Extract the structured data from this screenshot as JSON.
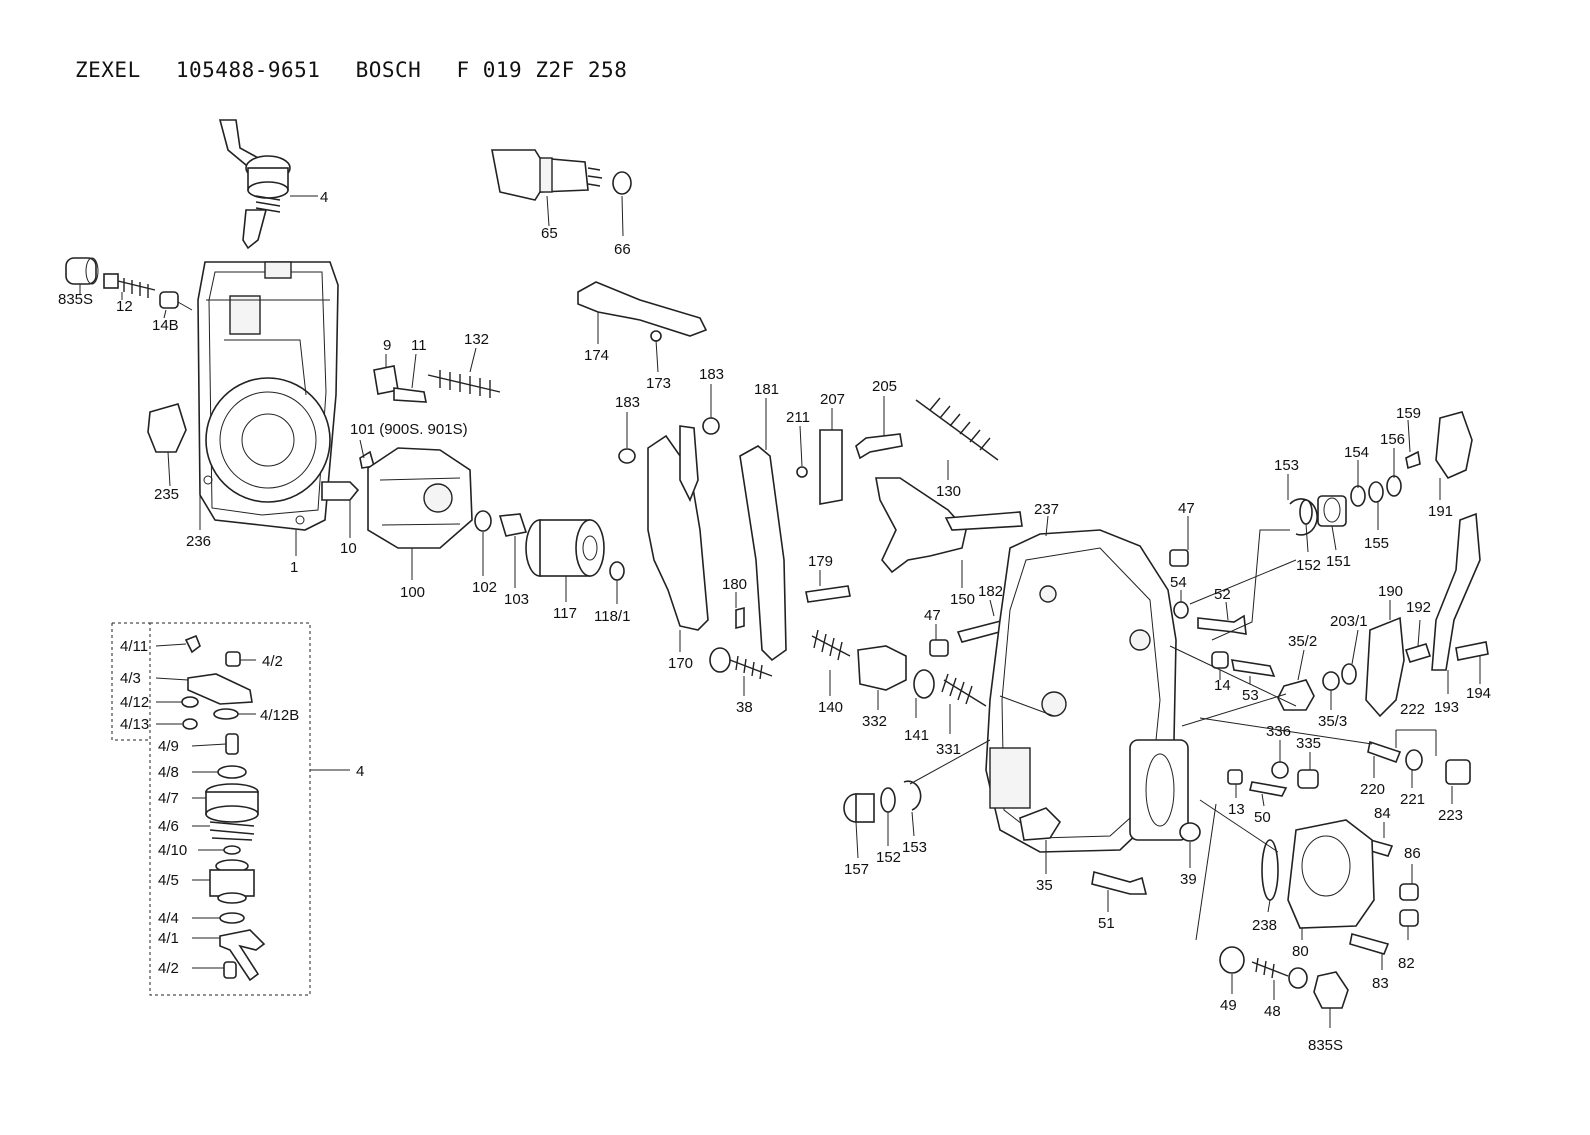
{
  "header": {
    "brand1": "ZEXEL",
    "pn1": "105488-9651",
    "brand2": "BOSCH",
    "pn2": "F 019 Z2F 258"
  },
  "labels": {
    "p4": "4",
    "p65": "65",
    "p66": "66",
    "p835s_a": "835S",
    "p12": "12",
    "p14b": "14B",
    "p9": "9",
    "p11": "11",
    "p132": "132",
    "p174": "174",
    "p173": "173",
    "p183a": "183",
    "p183b": "183",
    "p181": "181",
    "p207": "207",
    "p205": "205",
    "p211": "211",
    "p101": "101 (900S. 901S)",
    "p235": "235",
    "p236": "236",
    "p1": "1",
    "p10": "10",
    "p100": "100",
    "p102": "102",
    "p103": "103",
    "p117": "117",
    "p118_1": "118/1",
    "p170": "170",
    "p180": "180",
    "p179": "179",
    "p130": "130",
    "p150": "150",
    "p182": "182",
    "p47a": "47",
    "p47b": "47",
    "p237": "237",
    "p54": "54",
    "p52": "52",
    "p153a": "153",
    "p154": "154",
    "p159": "159",
    "p156": "156",
    "p191": "191",
    "p152a": "152",
    "p151": "151",
    "p155": "155",
    "p190": "190",
    "p203_1": "203/1",
    "p192": "192",
    "p193": "193",
    "p194": "194",
    "p35_2": "35/2",
    "p35_3": "35/3",
    "p14": "14",
    "p53": "53",
    "p38": "38",
    "p140": "140",
    "p332": "332",
    "p141": "141",
    "p331": "331",
    "p336": "336",
    "p335": "335",
    "p222": "222",
    "p220": "220",
    "p221": "221",
    "p223": "223",
    "p13": "13",
    "p50": "50",
    "p84": "84",
    "p86": "86",
    "p157": "157",
    "p152b": "152",
    "p153b": "153",
    "p35": "35",
    "p39": "39",
    "p51": "51",
    "p238": "238",
    "p80": "80",
    "p82": "82",
    "p83": "83",
    "p49": "49",
    "p48": "48",
    "p835s_b": "835S",
    "s4_11": "4/11",
    "s4_2a": "4/2",
    "s4_3": "4/3",
    "s4_12": "4/12",
    "s4_12b": "4/12B",
    "s4_13": "4/13",
    "s4_9": "4/9",
    "s4_8": "4/8",
    "s4_7": "4/7",
    "s4_6": "4/6",
    "s4_10": "4/10",
    "s4_5": "4/5",
    "s4_4": "4/4",
    "s4_1": "4/1",
    "s4_2b": "4/2",
    "s4_group": "4"
  }
}
